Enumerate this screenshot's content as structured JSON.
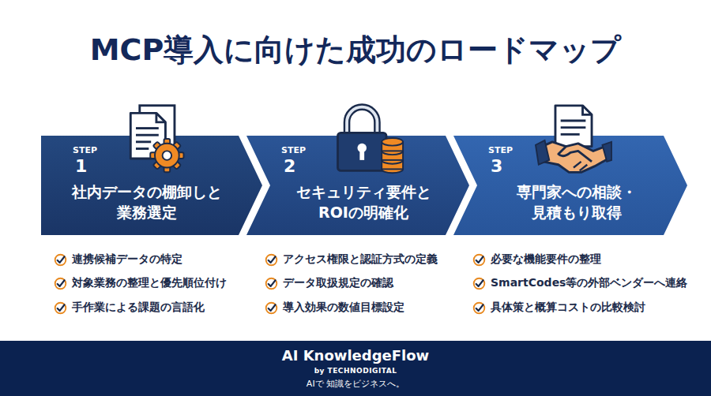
{
  "diagram": {
    "title": "MCP導入に向けた成功のロードマップ",
    "nodes": [
      {
        "text": [
          "STEP",
          "1",
          "社内データの棚卸しと 業務選定"
        ]
      },
      {
        "text": [
          "STEP",
          "2",
          "セキュリティ要件と ROIの明確化"
        ]
      },
      {
        "text": [
          "STEP",
          "3",
          "専門家への相談・ 見積もり取得"
        ]
      },
      {
        "text": [
          "AI KnowledgeFlow",
          "by TECHNODIGITAL",
          "AIで 知識をビジネスへ。"
        ]
      }
    ],
    "labels": [
      "連携候補データの特定",
      "対象業務の整理と優先順位付け",
      "手作業による課題の言語化",
      "アクセス権限と認証方式の定義",
      "データ取扱規定の確認",
      "導入効果の数値目標設定",
      "必要な機能要件の整理",
      "SmartCodes等の外部ベンダーへ連絡",
      "具体策と概算コストの比較検討"
    ]
  }
}
